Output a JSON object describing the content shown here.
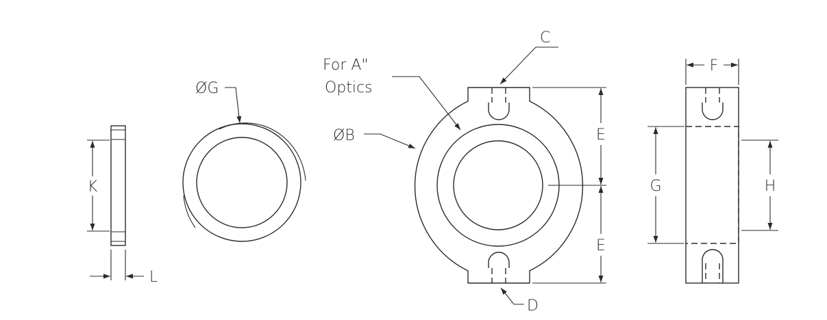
{
  "diagram": {
    "labels": {
      "k": "K",
      "l": "L",
      "g_dia": "ØG",
      "b_dia": "ØB",
      "optics_line1": "For A\"",
      "optics_line2": "Optics",
      "c": "C",
      "d": "D",
      "e_top": "E",
      "e_bottom": "E",
      "f": "F",
      "g": "G",
      "h": "H"
    },
    "colors": {
      "line": "#2a2a2a",
      "background": "#ffffff"
    }
  }
}
